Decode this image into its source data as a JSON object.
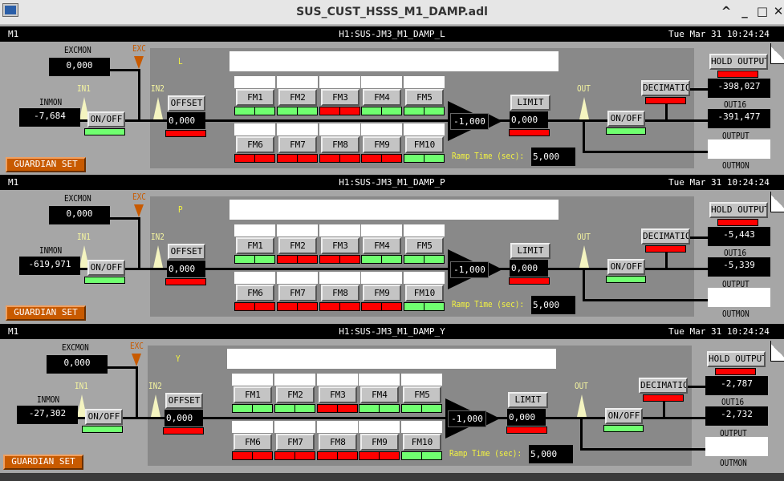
{
  "window": {
    "title": "SUS_CUST_HSSS_M1_DAMP.adl",
    "buttons": [
      "^",
      "_",
      "□",
      "✕"
    ]
  },
  "colors": {
    "on": "#70ff70",
    "off": "#ff0000",
    "guardian": "#c85a00",
    "label_yellow": "#f4f4a0"
  },
  "common": {
    "excmon": "EXCMON",
    "exc": "EXC",
    "in1": "IN1",
    "in2": "IN2",
    "inmon": "INMON",
    "onoff": "ON/OFF",
    "offset": "OFFSET",
    "limit": "LIMIT",
    "ramp": "Ramp Time (sec):",
    "out": "OUT",
    "decimation": "DECIMATION",
    "hold": "HOLD OUTPUT",
    "out16": "OUT16",
    "output": "OUTPUT",
    "outmon": "OUTMON",
    "guardian": "GUARDIAN SET"
  },
  "panels": [
    {
      "section": "M1",
      "channel": "H1:SUS-JM3_M1_DAMP_L",
      "datetime": "Tue Mar 31 10:24:24",
      "dof": "L",
      "excmon_value": "0,000",
      "inmon_value": "-7,684",
      "offset_value": "0,000",
      "gain_value": "-1,000",
      "limit_value": "0,000",
      "ramp_value": "5,000",
      "out16_value": "-398,027",
      "output_value": "-391,477",
      "input_on": true,
      "offset_on": false,
      "limit_on": false,
      "output_on": true,
      "decimation_on": false,
      "hold_on": false,
      "filters": [
        {
          "name": "FM1",
          "state": [
            true,
            true
          ]
        },
        {
          "name": "FM2",
          "state": [
            true,
            true
          ]
        },
        {
          "name": "FM3",
          "state": [
            false,
            false
          ]
        },
        {
          "name": "FM4",
          "state": [
            true,
            true
          ]
        },
        {
          "name": "FM5",
          "state": [
            true,
            true
          ]
        },
        {
          "name": "FM6",
          "state": [
            false,
            false
          ]
        },
        {
          "name": "FM7",
          "state": [
            false,
            false
          ]
        },
        {
          "name": "FM8",
          "state": [
            false,
            false
          ]
        },
        {
          "name": "FM9",
          "state": [
            false,
            false
          ]
        },
        {
          "name": "FM10",
          "state": [
            true,
            true
          ]
        }
      ]
    },
    {
      "section": "M1",
      "channel": "H1:SUS-JM3_M1_DAMP_P",
      "datetime": "Tue Mar 31 10:24:24",
      "dof": "P",
      "excmon_value": "0,000",
      "inmon_value": "-619,971",
      "offset_value": "0,000",
      "gain_value": "-1,000",
      "limit_value": "0,000",
      "ramp_value": "5,000",
      "out16_value": "-5,443",
      "output_value": "-5,339",
      "input_on": true,
      "offset_on": false,
      "limit_on": false,
      "output_on": true,
      "decimation_on": false,
      "hold_on": false,
      "filters": [
        {
          "name": "FM1",
          "state": [
            true,
            true
          ]
        },
        {
          "name": "FM2",
          "state": [
            false,
            false
          ]
        },
        {
          "name": "FM3",
          "state": [
            false,
            false
          ]
        },
        {
          "name": "FM4",
          "state": [
            true,
            true
          ]
        },
        {
          "name": "FM5",
          "state": [
            true,
            true
          ]
        },
        {
          "name": "FM6",
          "state": [
            false,
            false
          ]
        },
        {
          "name": "FM7",
          "state": [
            false,
            false
          ]
        },
        {
          "name": "FM8",
          "state": [
            false,
            false
          ]
        },
        {
          "name": "FM9",
          "state": [
            false,
            false
          ]
        },
        {
          "name": "FM10",
          "state": [
            true,
            true
          ]
        }
      ]
    },
    {
      "section": "M1",
      "channel": "H1:SUS-JM3_M1_DAMP_Y",
      "datetime": "Tue Mar 31 10:24:24",
      "dof": "Y",
      "excmon_value": "0,000",
      "inmon_value": "-27,302",
      "offset_value": "0,000",
      "gain_value": "-1,000",
      "limit_value": "0,000",
      "ramp_value": "5,000",
      "out16_value": "-2,787",
      "output_value": "-2,732",
      "input_on": true,
      "offset_on": false,
      "limit_on": false,
      "output_on": true,
      "decimation_on": false,
      "hold_on": false,
      "filters": [
        {
          "name": "FM1",
          "state": [
            true,
            true
          ]
        },
        {
          "name": "FM2",
          "state": [
            true,
            true
          ]
        },
        {
          "name": "FM3",
          "state": [
            false,
            false
          ]
        },
        {
          "name": "FM4",
          "state": [
            true,
            true
          ]
        },
        {
          "name": "FM5",
          "state": [
            true,
            true
          ]
        },
        {
          "name": "FM6",
          "state": [
            false,
            false
          ]
        },
        {
          "name": "FM7",
          "state": [
            false,
            false
          ]
        },
        {
          "name": "FM8",
          "state": [
            false,
            false
          ]
        },
        {
          "name": "FM9",
          "state": [
            false,
            false
          ]
        },
        {
          "name": "FM10",
          "state": [
            true,
            true
          ]
        }
      ]
    }
  ]
}
